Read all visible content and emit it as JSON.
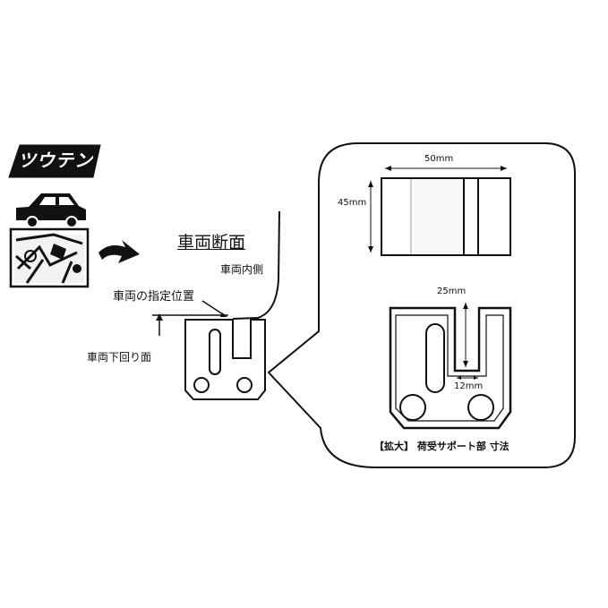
{
  "brand": {
    "logo_text": "ツウテン"
  },
  "labels": {
    "cross_section_title": "車両断面",
    "vehicle_inside": "車両内側",
    "designated_position": "車両の指定位置",
    "vehicle_underside": "車両下回り面"
  },
  "detail": {
    "width_dim": "50mm",
    "height_dim": "45mm",
    "slot_depth_dim": "25mm",
    "slot_width_dim": "12mm",
    "caption": "【拡大】 荷受サポート部 寸法"
  }
}
